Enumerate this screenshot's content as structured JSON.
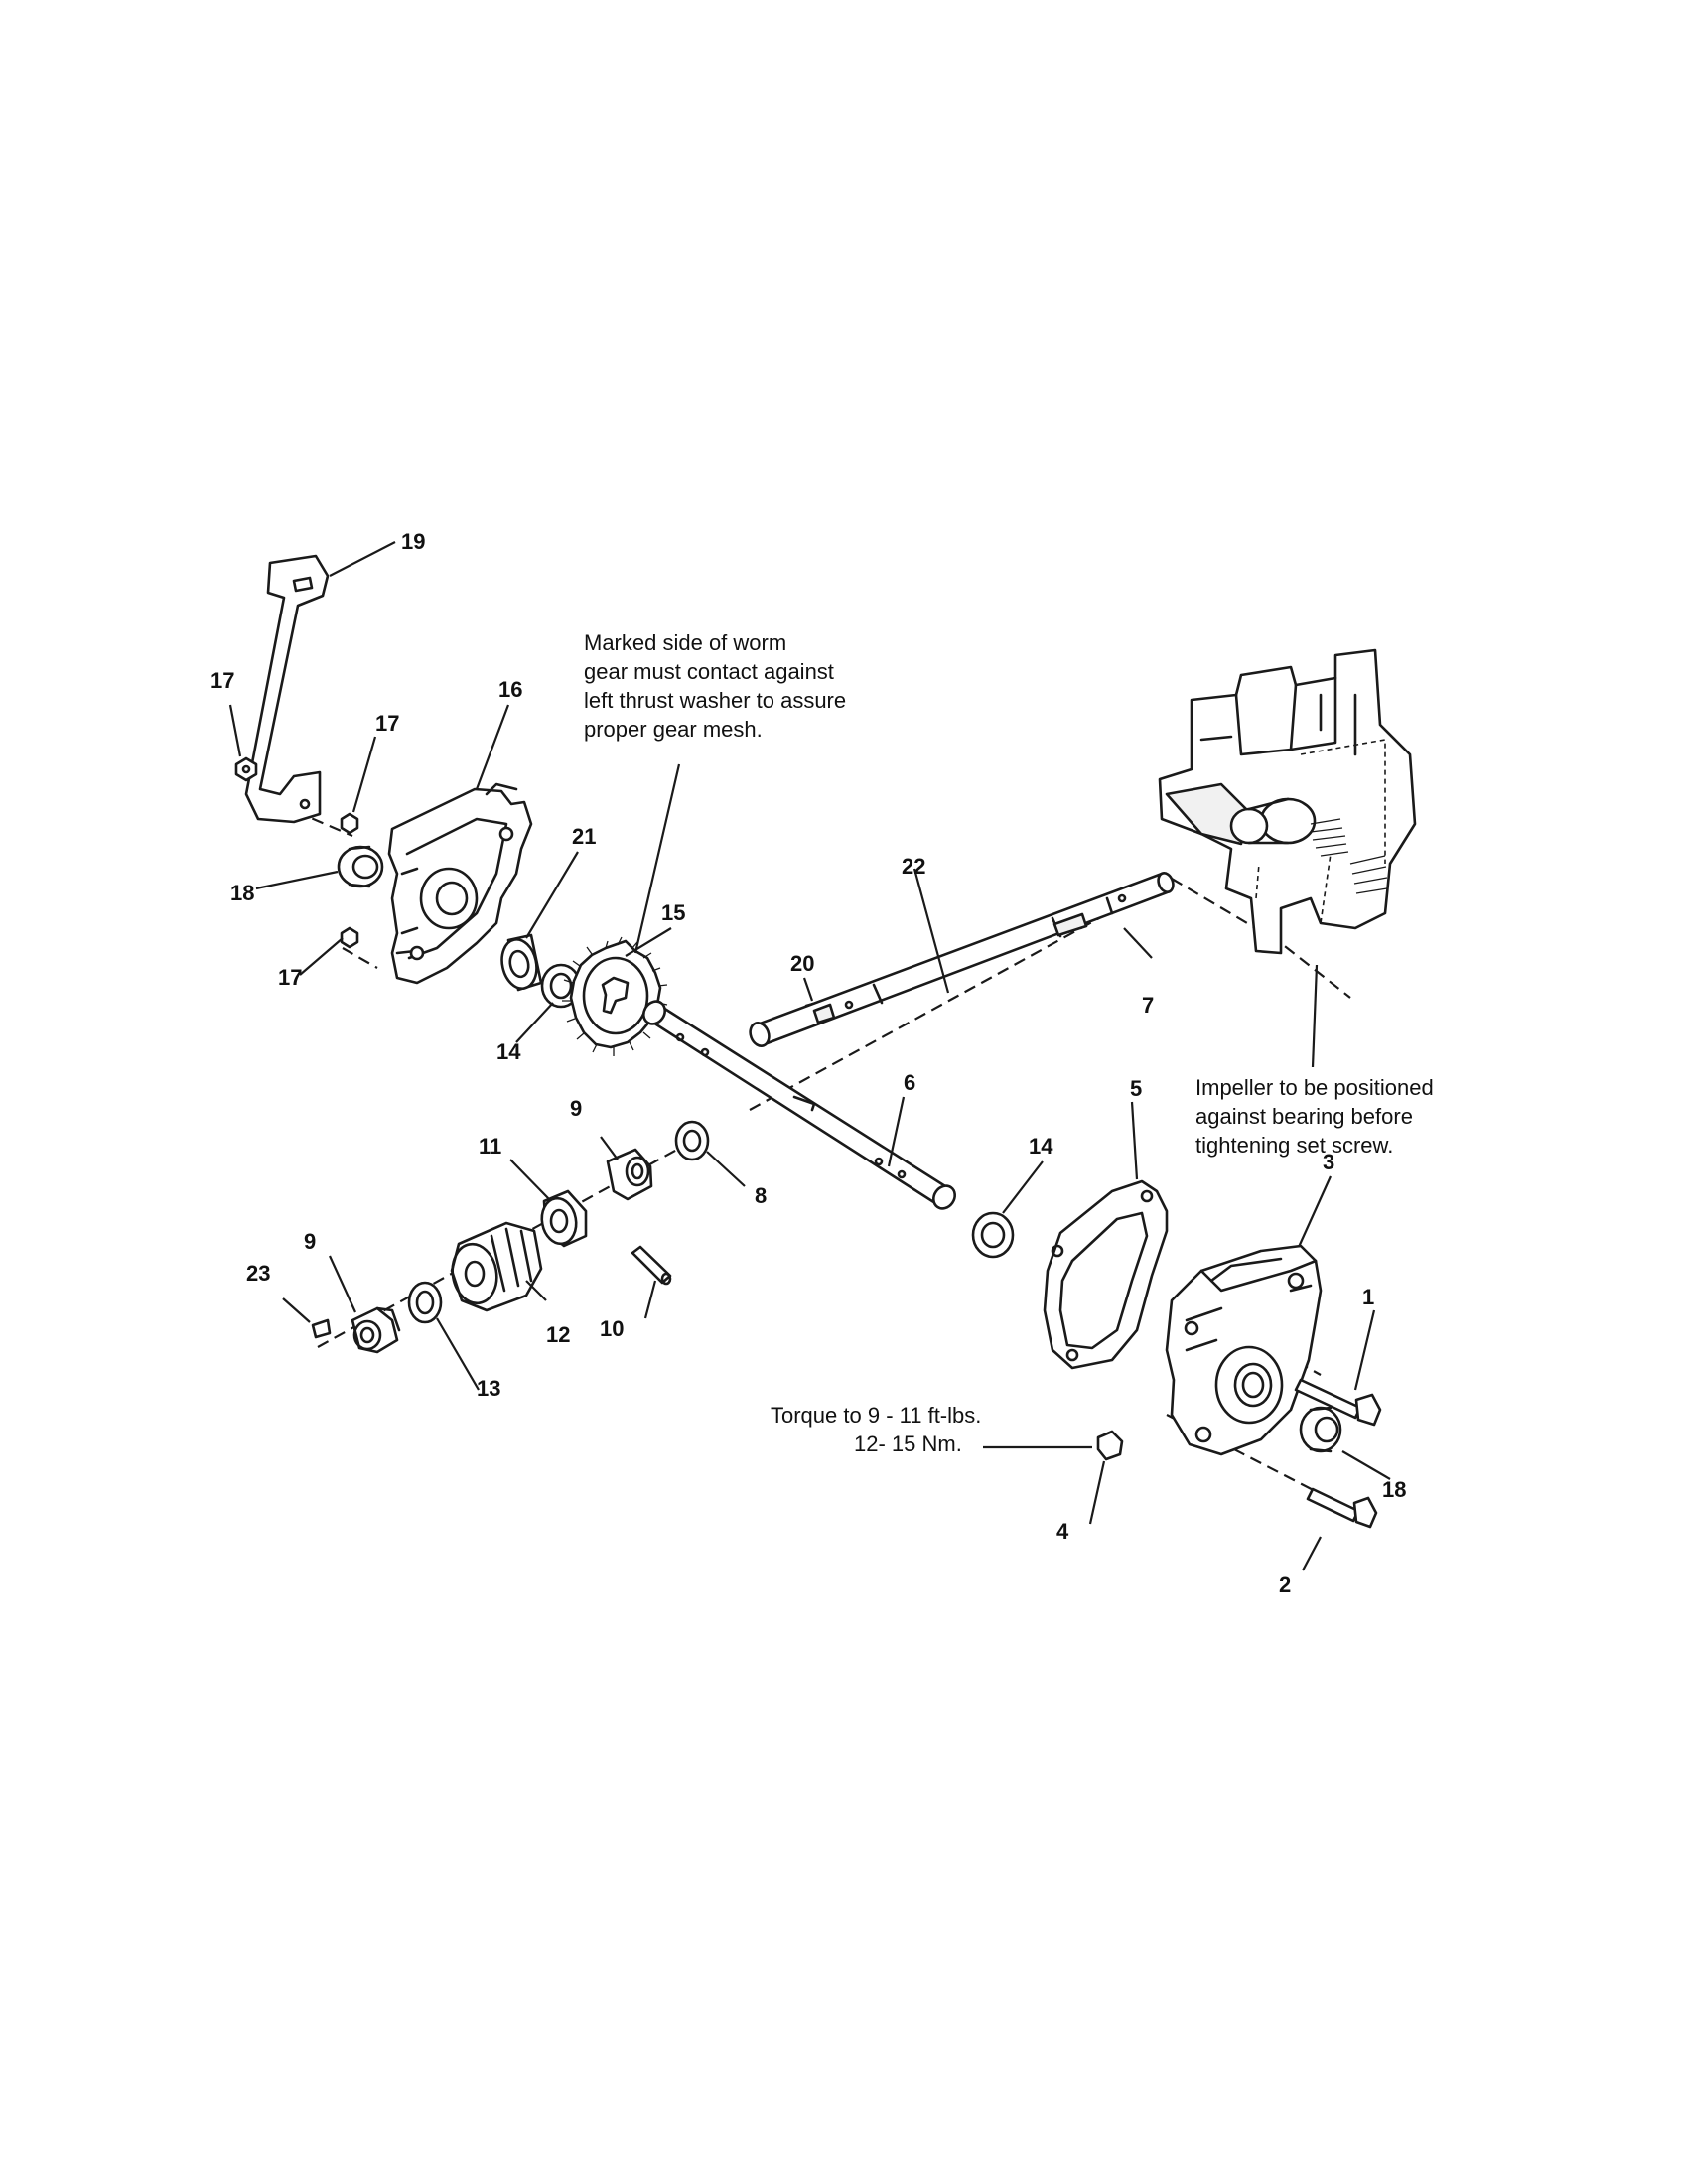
{
  "notes": {
    "worm_gear": [
      "Marked side of worm",
      "gear must contact against",
      "left thrust washer to assure",
      "proper gear mesh."
    ],
    "impeller": [
      "Impeller to be positioned",
      "against bearing before",
      "tightening set screw."
    ],
    "torque": [
      "Torque to 9 - 11 ft-lbs.",
      "12- 15 Nm."
    ]
  },
  "callouts": {
    "c1": "1",
    "c2": "2",
    "c3": "3",
    "c4": "4",
    "c5": "5",
    "c6": "6",
    "c7": "7",
    "c8": "8",
    "c9a": "9",
    "c9b": "9",
    "c10": "10",
    "c11": "11",
    "c12": "12",
    "c13": "13",
    "c14a": "14",
    "c14b": "14",
    "c15": "15",
    "c16": "16",
    "c17a": "17",
    "c17b": "17",
    "c17c": "17",
    "c18a": "18",
    "c18b": "18",
    "c19": "19",
    "c20": "20",
    "c21": "21",
    "c22": "22",
    "c23": "23"
  }
}
